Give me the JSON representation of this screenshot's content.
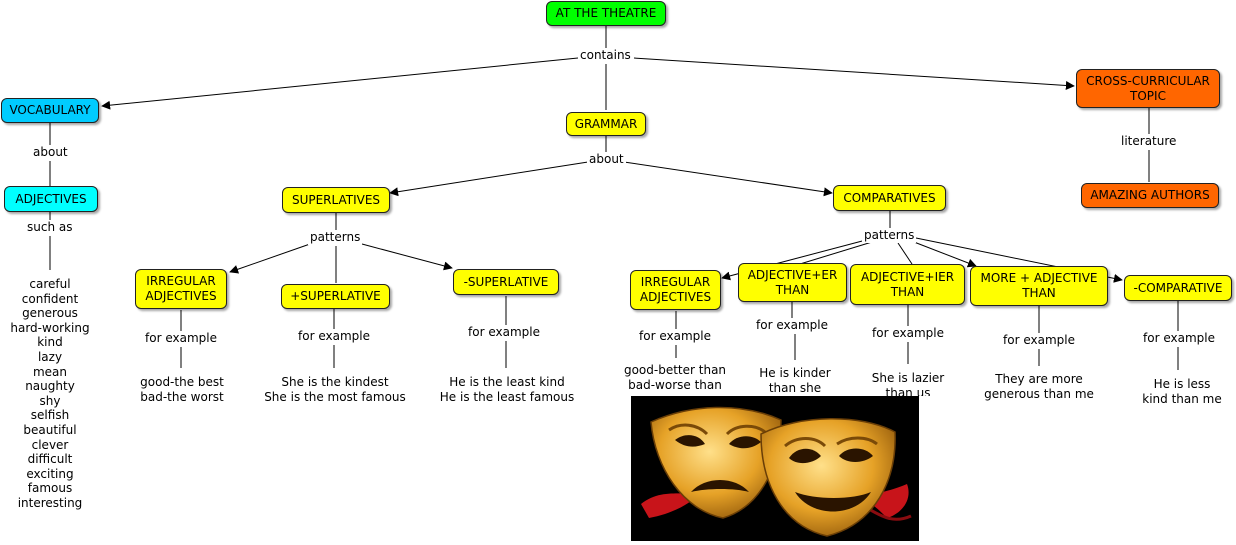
{
  "colors": {
    "root": "#00ff00",
    "vocabulary": "#00ccff",
    "adjectives": "#00ffff",
    "grammar_nodes": "#ffff00",
    "cross_curricular": "#ff6600",
    "image_background": "#000000"
  },
  "nodes": {
    "root": "AT THE THEATRE",
    "vocabulary": "VOCABULARY",
    "adjectives": "ADJECTIVES",
    "grammar": "GRAMMAR",
    "superlatives": "SUPERLATIVES",
    "comparatives": "COMPARATIVES",
    "cross_curricular": "CROSS-CURRICULAR TOPIC",
    "amazing_authors": "AMAZING AUTHORS",
    "sup_irregular": "IRREGULAR ADJECTIVES",
    "sup_plus": "+SUPERLATIVE",
    "sup_minus": "-SUPERLATIVE",
    "comp_irregular": "IRREGULAR ADJECTIVES",
    "comp_er": "ADJECTIVE+ER THAN",
    "comp_ier": "ADJECTIVE+IER THAN",
    "comp_more": "MORE + ADJECTIVE THAN",
    "comp_minus": "-COMPARATIVE"
  },
  "labels": {
    "contains": "contains",
    "vocab_about": "about",
    "grammar_about": "about",
    "such_as": "such as",
    "literature": "literature",
    "sup_patterns": "patterns",
    "comp_patterns": "patterns",
    "fe_sup_irregular": "for example",
    "fe_sup_plus": "for example",
    "fe_sup_minus": "for example",
    "fe_comp_irregular": "for example",
    "fe_comp_er": "for example",
    "fe_comp_ier": "for example",
    "fe_comp_more": "for example",
    "fe_comp_minus": "for example"
  },
  "adjective_list": "careful\nconfident\ngenerous\nhard-working\nkind\nlazy\nmean\nnaughty\nshy\nselfish\nbeautiful\nclever\ndifficult\nexciting\nfamous\ninteresting",
  "examples": {
    "sup_irregular": "good-the best\nbad-the worst",
    "sup_plus": "She is the kindest\nShe is the most famous",
    "sup_minus": "He is the least kind\nHe is the least famous",
    "comp_irregular": "good-better than\nbad-worse than",
    "comp_er": "He is kinder\nthan she",
    "comp_ier": "She is lazier\nthan us",
    "comp_more": "They are more\ngenerous than me",
    "comp_minus": "He is less\nkind than me"
  },
  "image": {
    "icon": "theatre-masks-icon"
  }
}
